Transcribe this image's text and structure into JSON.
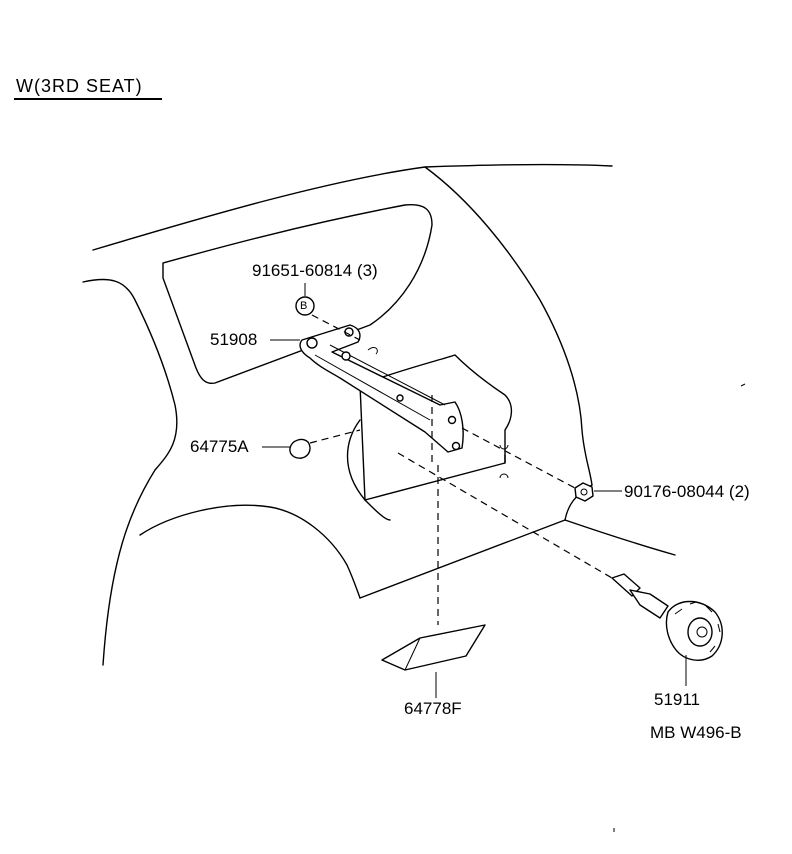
{
  "title": "W(3RD SEAT)",
  "parts": {
    "bolt": "91651-60814 (3)",
    "bolt_marker": "B",
    "bracket": "51908",
    "cover": "64775A",
    "nut": "90176-08044 (2)",
    "tray": "64778F",
    "carrier": "51911"
  },
  "footer_code": "MB W496-B"
}
